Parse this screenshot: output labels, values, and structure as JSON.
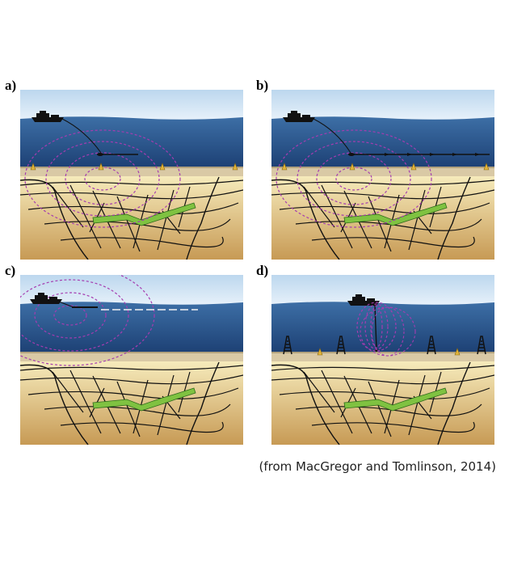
{
  "panels": [
    {
      "label": "a)",
      "scenario": "towed-source-seafloor-receivers"
    },
    {
      "label": "b)",
      "scenario": "towed-source-multiple-receivers"
    },
    {
      "label": "c)",
      "scenario": "towed-streamer"
    },
    {
      "label": "d)",
      "scenario": "vertical-source-near-rigs"
    }
  ],
  "caption": "(from MacGregor and Tomlinson, 2014)",
  "colors": {
    "sky_top": "#bcd7ee",
    "sky_bottom": "#eaf3fb",
    "water_top": "#3d6fa6",
    "water_bottom": "#1c3f73",
    "sediment_top": "#f6ebbc",
    "sediment_bottom": "#c79a55",
    "seabed": "#d9c9a5",
    "reservoir": "#7fc241",
    "field": "#a53cb0",
    "fault": "#111111"
  }
}
